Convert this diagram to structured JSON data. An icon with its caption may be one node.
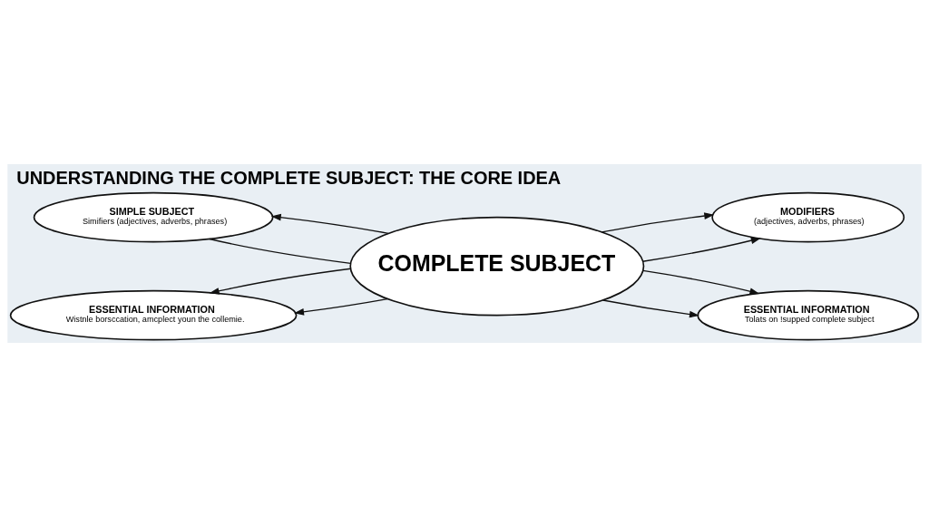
{
  "diagram": {
    "title": "UNDERSTANDING THE COMPLETE SUBJECT: THE CORE IDEA",
    "nodes": [
      {
        "text": [
          "COMPLETE SUBJECT"
        ]
      },
      {
        "text": [
          "SIMPLE SUBJECT",
          "Simifiers (adjectives, adverbs, phrases)"
        ]
      },
      {
        "text": [
          "MODIFIERS",
          "(adjectives, adverbs, phrases)"
        ]
      },
      {
        "text": [
          "ESSENTIAL INFORMATION",
          "Wistnle borsccation, amcplect youn the collemie."
        ]
      },
      {
        "text": [
          "ESSENTIAL INFORMATION",
          "Tolats on ǃsupped complete subject"
        ]
      }
    ],
    "edges": [
      {
        "from": 1,
        "to": 0,
        "arrow": "none"
      },
      {
        "from": 0,
        "to": 2,
        "arrow": "to"
      },
      {
        "from": 0,
        "to": 1,
        "arrow": "to"
      },
      {
        "from": 0,
        "to": 2,
        "arrow": "to"
      },
      {
        "from": 0,
        "to": 3,
        "arrow": "to"
      },
      {
        "from": 0,
        "to": 3,
        "arrow": "to"
      },
      {
        "from": 0,
        "to": 4,
        "arrow": "to"
      },
      {
        "from": 0,
        "to": 4,
        "arrow": "to"
      }
    ]
  }
}
